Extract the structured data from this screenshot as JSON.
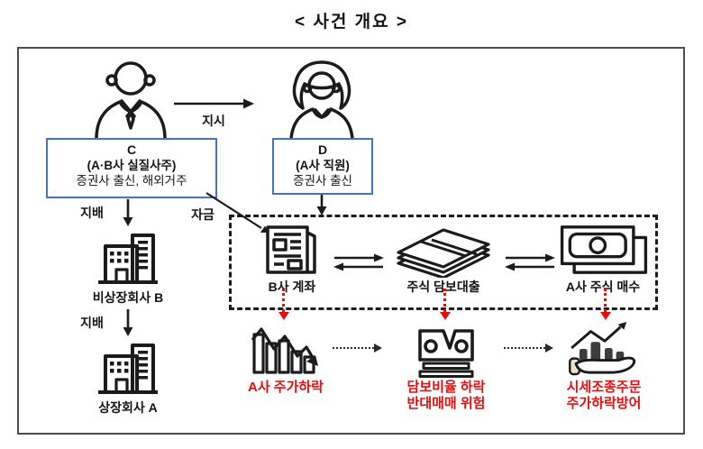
{
  "title": "< 사건 개요 >",
  "colors": {
    "accent_blue": "#4472c4",
    "alert_red": "#e60d0d",
    "ink_black": "#1b1b1b",
    "frame_gray": "#4e4e4e"
  },
  "actor_c": {
    "name": "C",
    "role": "(A·B사 실질사주)",
    "note": "증권사 출신, 해외거주",
    "icon": "man-icon"
  },
  "actor_d": {
    "name": "D",
    "role": "(A사 직원)",
    "note": "증권사 출신",
    "icon": "woman-icon"
  },
  "edges": {
    "instruct": "지시",
    "control_b": "지배",
    "control_a": "지배",
    "funds": "자금"
  },
  "companies": {
    "unlisted_b": {
      "label": "비상장회사 B",
      "icon": "building-icon"
    },
    "listed_a": {
      "label": "상장회사 A",
      "icon": "building-icon"
    }
  },
  "loan_cycle": {
    "account": {
      "label": "B사 계좌",
      "icon": "newspaper-account-icon"
    },
    "loan": {
      "label": "주식 담보대출",
      "icon": "cash-stack-icon"
    },
    "purchase": {
      "label": "A사 주식 매수",
      "icon": "banknote-icon"
    }
  },
  "outcomes": {
    "price_drop": {
      "label": "A사 주가하락",
      "icon": "falling-chart-icon"
    },
    "margin_risk": {
      "line1": "담보비율 하락",
      "line2": "반대매매 위험",
      "icon": "torn-banknote-icon"
    },
    "manipulation": {
      "line1": "시세조종주문",
      "line2": "주가하락방어",
      "icon": "hand-chart-icon"
    }
  }
}
